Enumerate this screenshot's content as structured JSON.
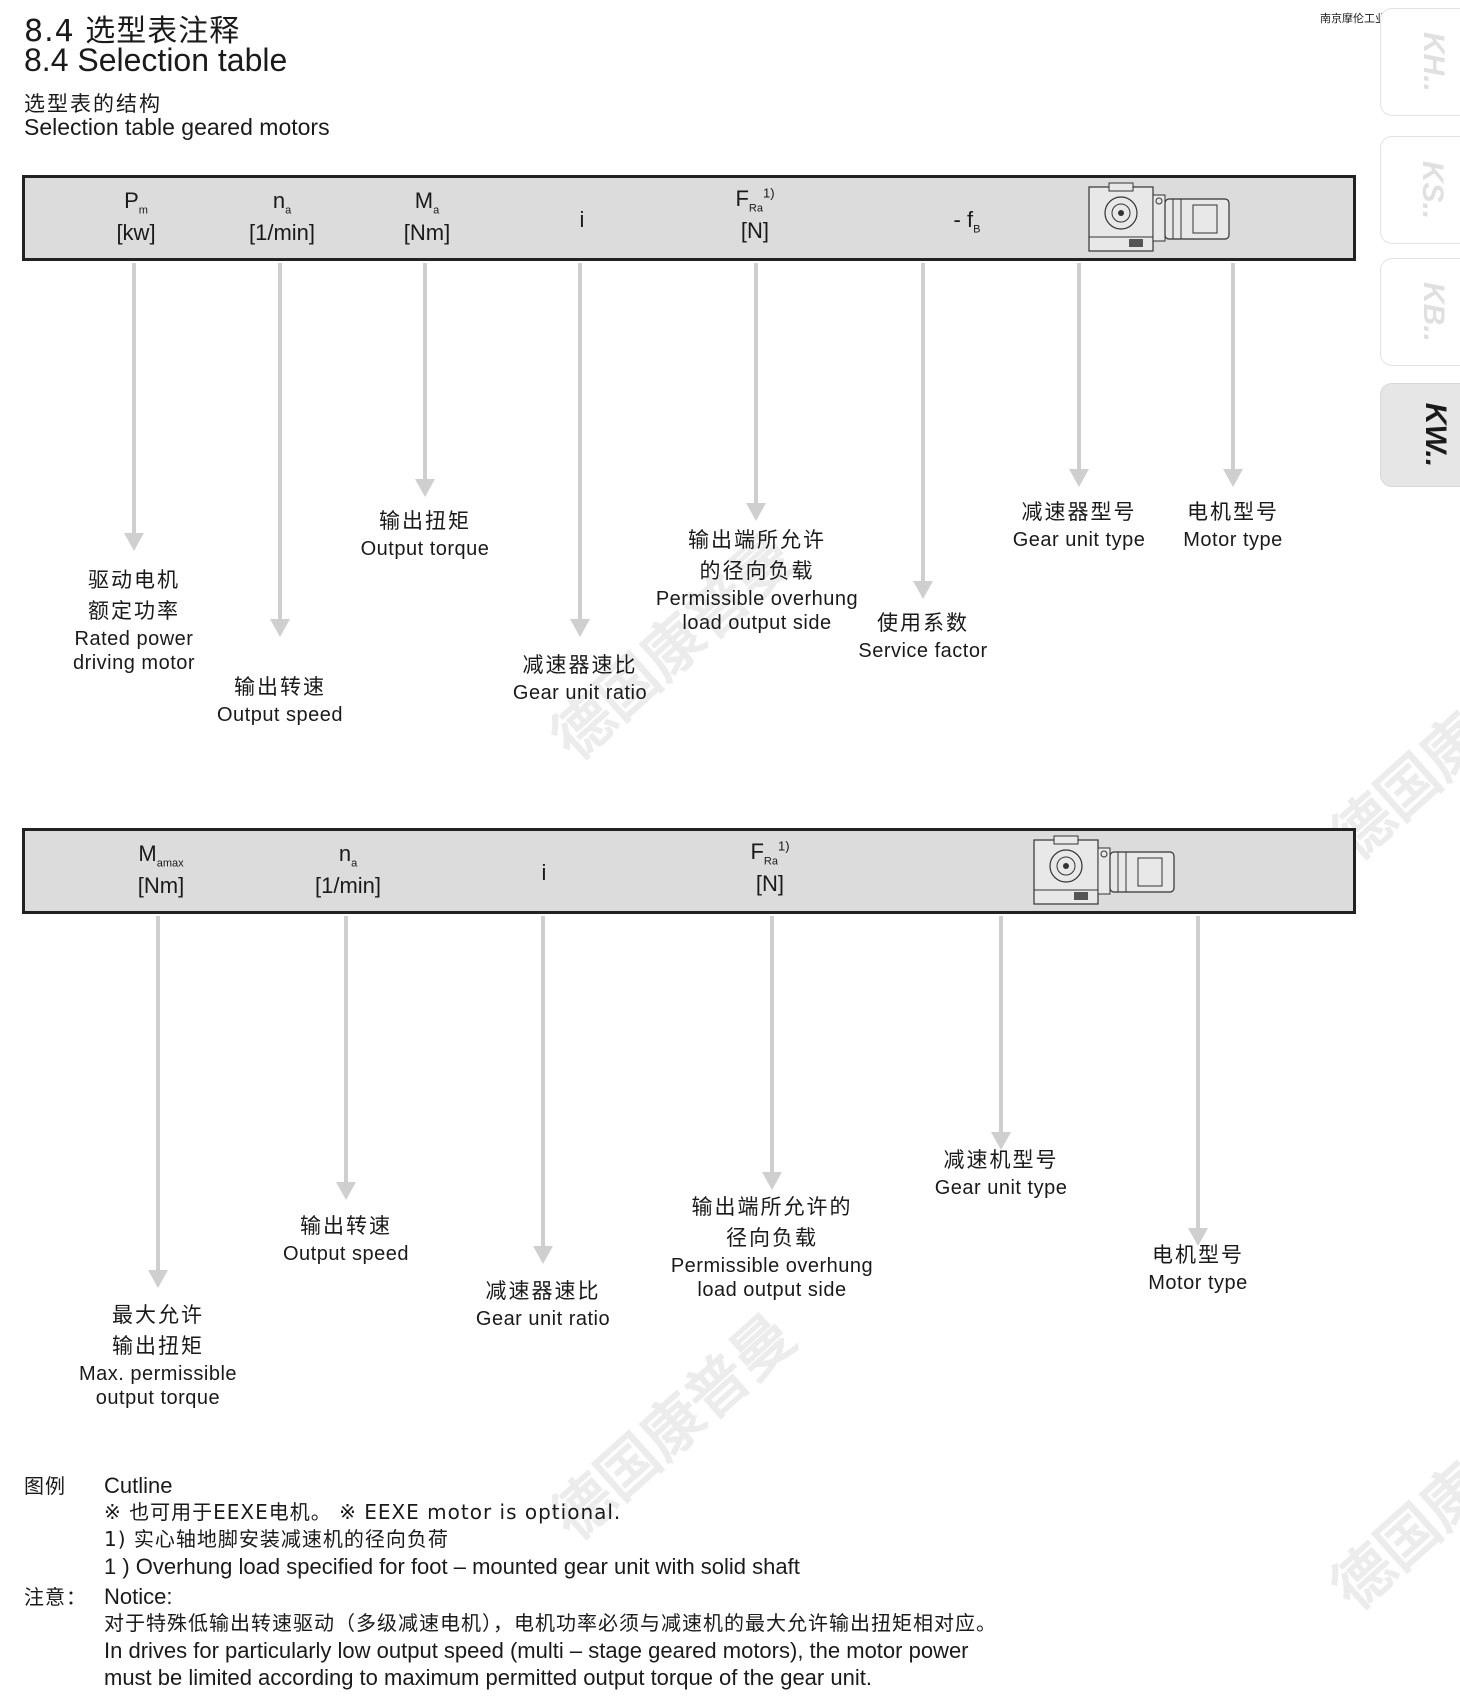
{
  "header": {
    "title_cn": "8.4 选型表注释",
    "title_en": "8.4 Selection table",
    "subtitle_cn": "选型表的结构",
    "subtitle_en": "Selection table geared motors",
    "company": "南京摩伦工业设备有限公司"
  },
  "side_tabs": [
    {
      "label": "KH..",
      "active": false
    },
    {
      "label": "KS..",
      "active": false
    },
    {
      "label": "KB..",
      "active": false
    },
    {
      "label": "KW..",
      "active": true
    }
  ],
  "table1": {
    "pm": {
      "sym": "P",
      "sub": "m",
      "unit": "[kw]"
    },
    "na": {
      "sym": "n",
      "sub": "a",
      "unit": "[1/min]"
    },
    "ma": {
      "sym": "M",
      "sub": "a",
      "unit": "[Nm]"
    },
    "i": {
      "sym": "i"
    },
    "fra": {
      "sym": "F",
      "sub": "Ra",
      "sup": "1)",
      "unit": "[N]"
    },
    "fb": {
      "sym": "- f",
      "sub": "B"
    },
    "labels": {
      "power_cn1": "驱动电机",
      "power_cn2": "额定功率",
      "power_en1": "Rated power",
      "power_en2": "driving motor",
      "speed_cn": "输出转速",
      "speed_en": "Output speed",
      "torque_cn": "输出扭矩",
      "torque_en": "Output torque",
      "ratio_cn": "减速器速比",
      "ratio_en": "Gear unit ratio",
      "load_cn1": "输出端所允许",
      "load_cn2": "的径向负载",
      "load_en1": "Permissible overhung",
      "load_en2": "load output side",
      "service_cn": "使用系数",
      "service_en": "Service factor",
      "gear_cn": "减速器型号",
      "gear_en": "Gear unit type",
      "motor_cn": "电机型号",
      "motor_en": "Motor type"
    }
  },
  "table2": {
    "mamax": {
      "sym": "M",
      "sub": "amax",
      "unit": "[Nm]"
    },
    "na": {
      "sym": "n",
      "sub": "a",
      "unit": "[1/min]"
    },
    "i": {
      "sym": "i"
    },
    "fra": {
      "sym": "F",
      "sub": "Ra",
      "sup": "1)",
      "unit": "[N]"
    },
    "labels": {
      "max_cn1": "最大允许",
      "max_cn2": "输出扭矩",
      "max_en1": "Max. permissible",
      "max_en2": "output torque",
      "speed_cn": "输出转速",
      "speed_en": "Output speed",
      "ratio_cn": "减速器速比",
      "ratio_en": "Gear unit ratio",
      "load_cn1": "输出端所允许的",
      "load_cn2": "径向负载",
      "load_en1": "Permissible overhung",
      "load_en2": "load output side",
      "gear_cn": "减速机型号",
      "gear_en": "Gear unit type",
      "motor_cn": "电机型号",
      "motor_en": "Motor type"
    }
  },
  "legend": {
    "label_cn": "图例",
    "title_en": "Cutline",
    "line1": "※ 也可用于EEXE电机。   ※ EEXE motor is optional.",
    "line2": "1) 实心轴地脚安装减速机的径向负荷",
    "line3": "1 ) Overhung load specified for foot – mounted gear unit with solid shaft"
  },
  "notice": {
    "label_cn": "注意：",
    "title_en": "Notice:",
    "line1": "对于特殊低输出转速驱动（多级减速电机），电机功率必须与减速机的最大允许输出扭矩相对应。",
    "line2": "In drives for particularly low output speed (multi – stage geared motors), the motor power",
    "line3": "must be limited according to maximum permitted output torque of the gear unit."
  },
  "watermark": "德国康普曼"
}
